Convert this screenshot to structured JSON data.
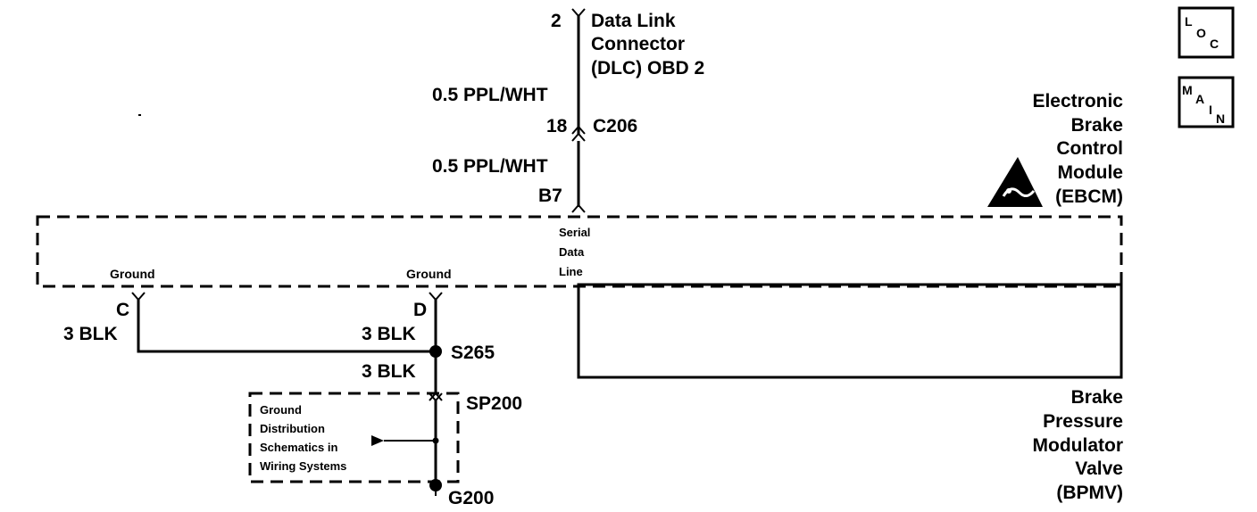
{
  "nav": {
    "loc": {
      "top": "L",
      "mid": "O",
      "sub": "C"
    },
    "main": {
      "top": "M",
      "mid": "A",
      "sub1": "I",
      "sub2": "N"
    }
  },
  "dlc": {
    "pin": "2",
    "line1": "Data Link",
    "line2": "Connector",
    "line3": "(DLC) OBD 2"
  },
  "wires": {
    "upper": "0.5 PPL/WHT",
    "lower": "0.5 PPL/WHT",
    "ground_c": "3 BLK",
    "ground_d": "3 BLK",
    "ground_s": "3 BLK"
  },
  "connector": {
    "pin": "18",
    "name": "C206"
  },
  "ebcm": {
    "pin": "B7",
    "line1": "Electronic",
    "line2": "Brake",
    "line3": "Control",
    "line4": "Module",
    "line5": "(EBCM)"
  },
  "serial": {
    "line1": "Serial",
    "line2": "Data",
    "line3": "Line"
  },
  "grounds": {
    "c_label": "Ground",
    "c_pin": "C",
    "d_label": "Ground",
    "d_pin": "D"
  },
  "splice": "S265",
  "sp": "SP200",
  "g": "G200",
  "ground_dist": {
    "line1": "Ground",
    "line2": "Distribution",
    "line3": "Schematics in",
    "line4": "Wiring Systems"
  },
  "bpmv": {
    "line1": "Brake",
    "line2": "Pressure",
    "line3": "Modulator",
    "line4": "Valve",
    "line5": "(BPMV)"
  }
}
